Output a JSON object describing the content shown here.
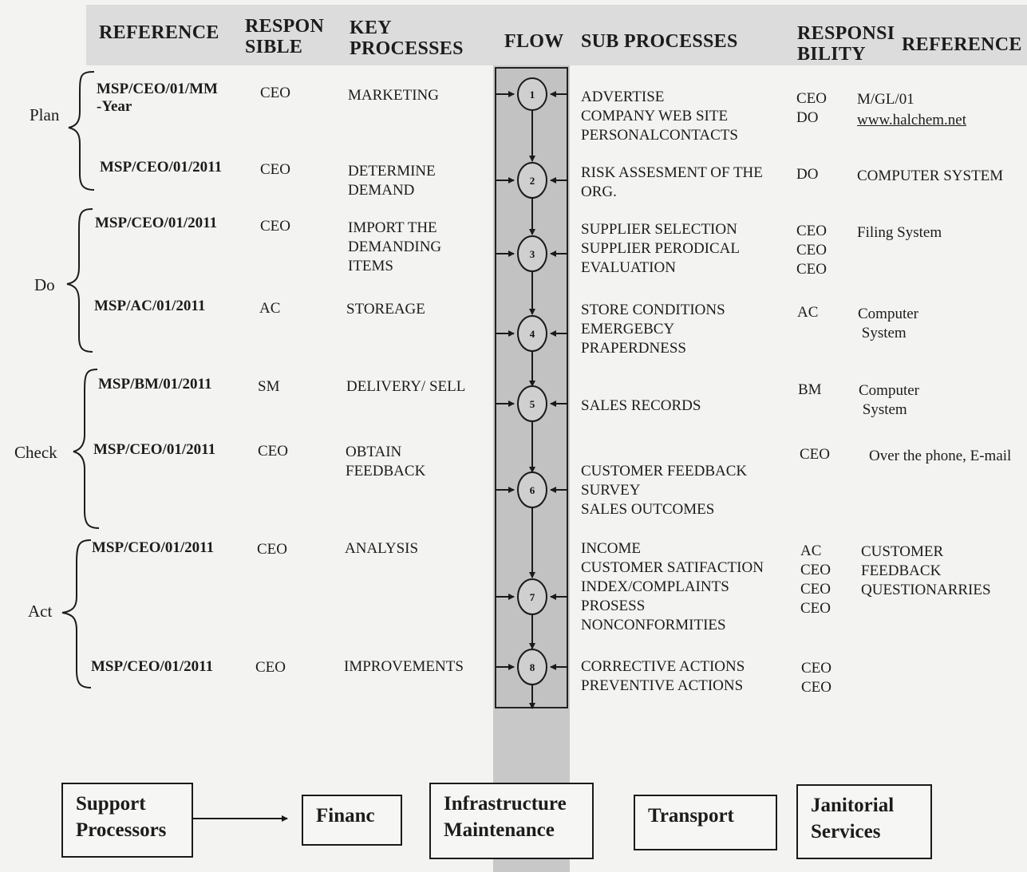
{
  "headers": {
    "reference_left": "REFERENCE",
    "responsible": "RESPON\nSIBLE",
    "key_processes": "KEY\nPROCESSES",
    "flow": "FLOW",
    "sub_processes": "SUB PROCESSES",
    "responsibility": "RESPONSI\nBILITY",
    "reference_right": "REFERENCE"
  },
  "phases": [
    "Plan",
    "Do",
    "Check",
    "Act"
  ],
  "rows": [
    {
      "ref": "MSP/CEO/01/MM\n-Year",
      "resp": "CEO",
      "key": "MARKETING",
      "step": "1",
      "sub": "ADVERTISE\nCOMPANY WEB SITE\nPERSONALCONTACTS",
      "resp2": "CEO\nDO",
      "ref2": "M/GL/01",
      "ref2_link": "www.halchem.net"
    },
    {
      "ref": "MSP/CEO/01/2011",
      "resp": "CEO",
      "key": "DETERMINE\nDEMAND",
      "step": "2",
      "sub": "RISK ASSESMENT OF THE\nORG.",
      "resp2": "DO",
      "ref2": "COMPUTER SYSTEM"
    },
    {
      "ref": "MSP/CEO/01/2011",
      "resp": "CEO",
      "key": "IMPORT THE\nDEMANDING\nITEMS",
      "step": "3",
      "sub": "SUPPLIER SELECTION\nSUPPLIER PERODICAL\nEVALUATION",
      "resp2": "CEO\nCEO\nCEO",
      "ref2": "Filing System"
    },
    {
      "ref": "MSP/AC/01/2011",
      "resp": "AC",
      "key": "STOREAGE",
      "step": "4",
      "sub": "STORE CONDITIONS\nEMERGEBCY\nPRAPERDNESS",
      "resp2": "AC",
      "ref2": "Computer\n System"
    },
    {
      "ref": "MSP/BM/01/2011",
      "resp": "SM",
      "key": "DELIVERY/ SELL",
      "step": "5",
      "sub": "SALES RECORDS",
      "resp2": "BM",
      "ref2": "Computer\n System"
    },
    {
      "ref": "MSP/CEO/01/2011",
      "resp": "CEO",
      "key": "OBTAIN\nFEEDBACK",
      "step": "6",
      "sub": "CUSTOMER FEEDBACK\nSURVEY\nSALES OUTCOMES",
      "resp2": "CEO",
      "ref2": "Over the phone, E-mail"
    },
    {
      "ref": "MSP/CEO/01/2011",
      "resp": "CEO",
      "key": "ANALYSIS",
      "step": "7",
      "sub": "INCOME\nCUSTOMER SATIFACTION\nINDEX/COMPLAINTS\nPROSESS\nNONCONFORMITIES",
      "resp2": "AC\nCEO\nCEO\nCEO",
      "ref2": "CUSTOMER\nFEEDBACK\nQUESTIONARRIES"
    },
    {
      "ref": "MSP/CEO/01/2011",
      "resp": "CEO",
      "key": "IMPROVEMENTS",
      "step": "8",
      "sub": "CORRECTIVE ACTIONS\nPREVENTIVE ACTIONS",
      "resp2": "CEO\nCEO",
      "ref2": ""
    }
  ],
  "support": {
    "title": "Support\nProcessors",
    "items": [
      "Financ",
      "Infrastructure\nMaintenance",
      "Transport",
      "Janitorial\nServices"
    ]
  }
}
